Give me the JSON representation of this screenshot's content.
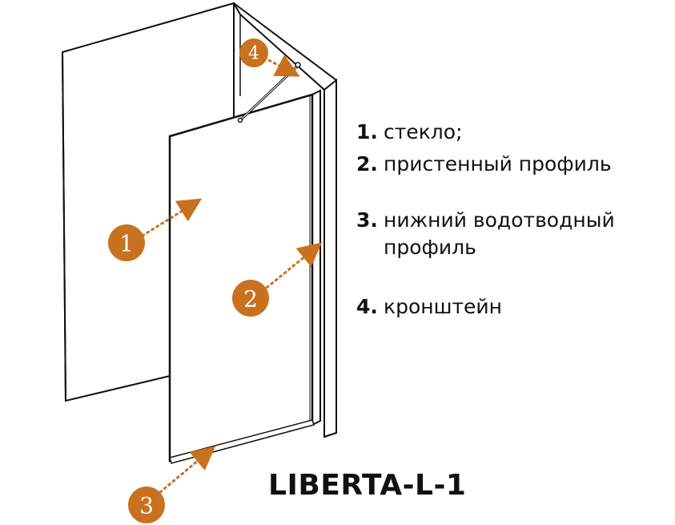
{
  "colors": {
    "callout": "#c8711f",
    "outline": "#111111",
    "wall_fill": "#ffffff"
  },
  "callouts": [
    {
      "number": "1",
      "target": "стекло"
    },
    {
      "number": "2",
      "target": "пристенный профиль"
    },
    {
      "number": "3",
      "target": "нижний водотводный профиль"
    },
    {
      "number": "4",
      "target": "кронштейн"
    }
  ],
  "legend": [
    {
      "num": "1.",
      "text": "стекло;"
    },
    {
      "num": "2.",
      "text": "пристенный профиль"
    },
    {
      "num": "3.",
      "text": "нижний водотводный профиль"
    },
    {
      "num": "4.",
      "text": "кронштейн"
    }
  ],
  "model_name": "LIBERTA-L-1"
}
